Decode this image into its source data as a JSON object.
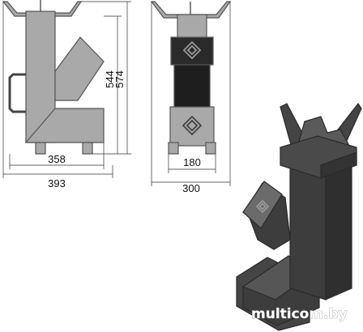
{
  "dimensions": {
    "side_view_inner_width": "358",
    "side_view_outer_width": "393",
    "side_view_body_height": "544",
    "side_view_total_height": "574",
    "front_view_base_width": "180",
    "front_view_total_width": "300"
  },
  "watermark": "multicom.by",
  "colors": {
    "steel_face": "#a9a9a9",
    "steel_edge": "#555555",
    "dark_steel": "#3d3d3d",
    "dark_steel_light": "#565656",
    "handle_black": "#1e1e1e",
    "dimension_line": "#333333"
  }
}
